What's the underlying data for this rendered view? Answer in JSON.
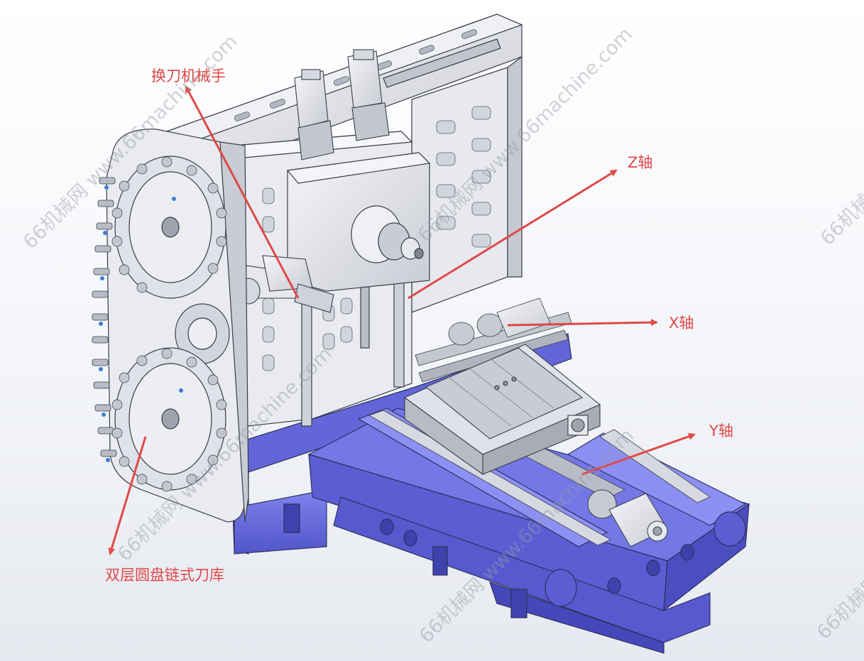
{
  "labels": {
    "tool_changer": "换刀机械手",
    "z_axis": "Z轴",
    "x_axis": "X轴",
    "y_axis": "Y轴",
    "tool_magazine": "双层圆盘链式刀库"
  },
  "watermark": {
    "text": "66机械网 www.66machine.com",
    "text_short": "66机械网"
  },
  "colors": {
    "callout": "#e04848",
    "base_blue": "#6a6ee0",
    "base_blue_dark": "#4c50c4",
    "base_blue_light": "#8e92f0",
    "casting_light": "#eef0f4",
    "casting_mid": "#d3d6de",
    "casting_dark": "#9ea3ad",
    "edge": "#3a3d48"
  }
}
